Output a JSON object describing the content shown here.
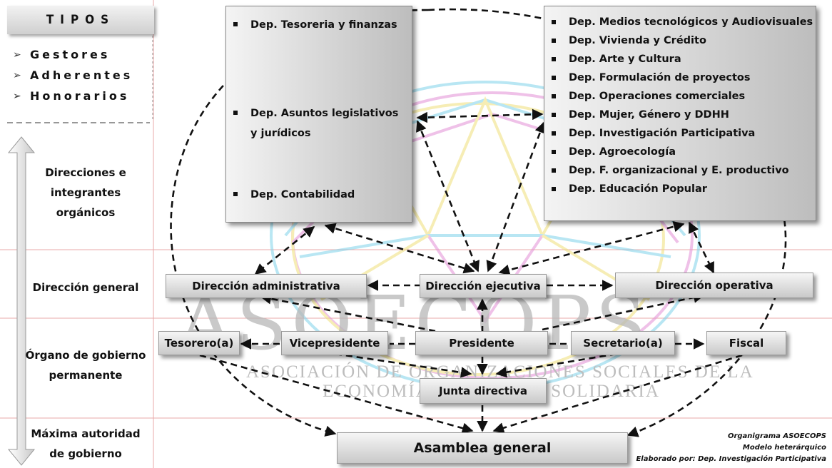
{
  "legend": {
    "title": "TIPOS",
    "types": [
      "Gestores",
      "Adherentes",
      "Honorarios"
    ]
  },
  "levels": [
    {
      "name": "level-direcciones",
      "lines": [
        "Direcciones e",
        "integrantes",
        "orgánicos"
      ]
    },
    {
      "name": "level-direccion-general",
      "lines": [
        "Dirección general"
      ]
    },
    {
      "name": "level-organo",
      "lines": [
        "Órgano de gobierno",
        "permanente"
      ]
    },
    {
      "name": "level-maxima",
      "lines": [
        "Máxima autoridad",
        "de gobierno"
      ]
    }
  ],
  "departments_left": [
    "Dep. Tesoreria y finanzas",
    "Dep. Asuntos legislativos",
    "y jurídicos",
    "Dep. Contabilidad"
  ],
  "departments_right": [
    "Dep. Medios tecnológicos y Audiovisuales",
    "Dep. Vivienda y Crédito",
    "Dep. Arte y Cultura",
    "Dep. Formulación de proyectos",
    "Dep. Operaciones comerciales",
    "Dep. Mujer, Género y DDHH",
    "Dep. Investigación Participativa",
    "Dep. Agroecología",
    "Dep. F. organizacional y E. productivo",
    "Dep. Educación Popular"
  ],
  "nodes": {
    "direccion_administrativa": "Dirección administrativa",
    "direccion_ejecutiva": "Dirección ejecutiva",
    "direccion_operativa": "Dirección operativa",
    "tesorero": "Tesorero(a)",
    "vicepresidente": "Vicepresidente",
    "presidente": "Presidente",
    "secretario": "Secretario(a)",
    "fiscal": "Fiscal",
    "junta_directiva": "Junta directiva",
    "asamblea_general": "Asamblea general"
  },
  "watermark": {
    "title": "ASOECOPS",
    "line1": "ASOCIACIÓN DE ORGANIZACIONES SOCIALES DE LA",
    "line2": "ECONOMÍA POPULAR Y SOLIDARIA"
  },
  "caption": {
    "line1": "Organigrama ASOECOPS",
    "line2": "Modelo heterárquico",
    "line3": "Elaborado por: Dep. Investigación Participativa"
  },
  "colors": {
    "watermark_cyan": "#7fd3ea",
    "watermark_magenta": "#e38fd6",
    "watermark_yellow": "#efe07a",
    "grid_line": "#e8a8a8"
  }
}
